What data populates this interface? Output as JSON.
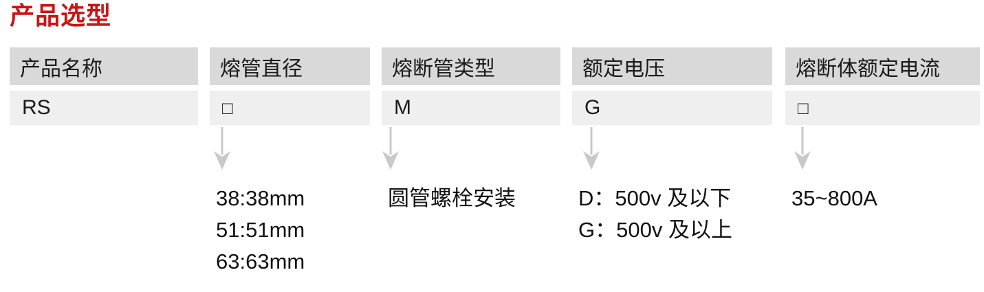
{
  "page_title": "产品选型",
  "colors": {
    "title_red": "#cc1414",
    "header_bg": "#d9d9d9",
    "value_bg": "#efefef",
    "arrow_gray": "#c9c9c9",
    "text": "#1a1a1a"
  },
  "table": {
    "columns": [
      {
        "header": "产品名称",
        "code": "RS",
        "options": []
      },
      {
        "header": "熔管直径",
        "code": "□",
        "options": [
          "38:38mm",
          "51:51mm",
          "63:63mm"
        ]
      },
      {
        "header": "熔断管类型",
        "code": "M",
        "options": [
          "圆管螺栓安装"
        ]
      },
      {
        "header": "额定电压",
        "code": "G",
        "options": [
          "D：500v 及以下",
          "G：500v 及以上"
        ]
      },
      {
        "header": "熔断体额定电流",
        "code": "□",
        "options": [
          "35~800A"
        ]
      }
    ]
  }
}
